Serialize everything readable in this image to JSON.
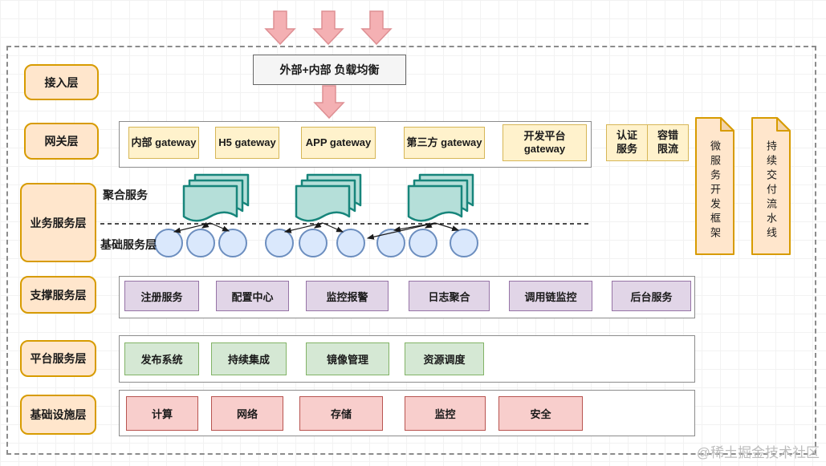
{
  "top": {
    "load_balancer": "外部+内部 负载均衡"
  },
  "layers": {
    "access": {
      "label": "接入层"
    },
    "gateway": {
      "label": "网关层",
      "items": [
        "内部 gateway",
        "H5 gateway",
        "APP gateway",
        "第三方 gateway",
        "开发平台 gateway"
      ],
      "auth": "认证服务",
      "limit": "容错限流"
    },
    "business": {
      "label": "业务服务层",
      "aggregate": "聚合服务",
      "base": "基础服务层"
    },
    "support": {
      "label": "支撑服务层",
      "items": [
        "注册服务",
        "配置中心",
        "监控报警",
        "日志聚合",
        "调用链监控",
        "后台服务"
      ]
    },
    "platform": {
      "label": "平台服务层",
      "items": [
        "发布系统",
        "持续集成",
        "镜像管理",
        "资源调度"
      ]
    },
    "infra": {
      "label": "基础设施层",
      "items": [
        "计算",
        "网络",
        "存储",
        "监控",
        "安全"
      ]
    }
  },
  "side_notes": [
    "微服务开发框架",
    "持续交付流水线"
  ],
  "watermark": "@稀土掘金技术社区",
  "colors": {
    "peach_fill": "#FFE6CC",
    "peach_border": "#D79B00",
    "yellow_fill": "#FFF2CC",
    "yellow_border": "#D6B656",
    "purple_fill": "#E1D5E7",
    "purple_border": "#9673A6",
    "green_fill": "#D5E8D4",
    "green_border": "#82B366",
    "pink_fill": "#F8CECC",
    "pink_border": "#B85450",
    "circle_fill": "#DAE8FC",
    "circle_border": "#6C8EBF",
    "doc_fill": "#B5DFD9",
    "doc_border": "#17857B",
    "arrow_fill": "#F4B0B3",
    "arrow_border": "#DE8F93"
  }
}
